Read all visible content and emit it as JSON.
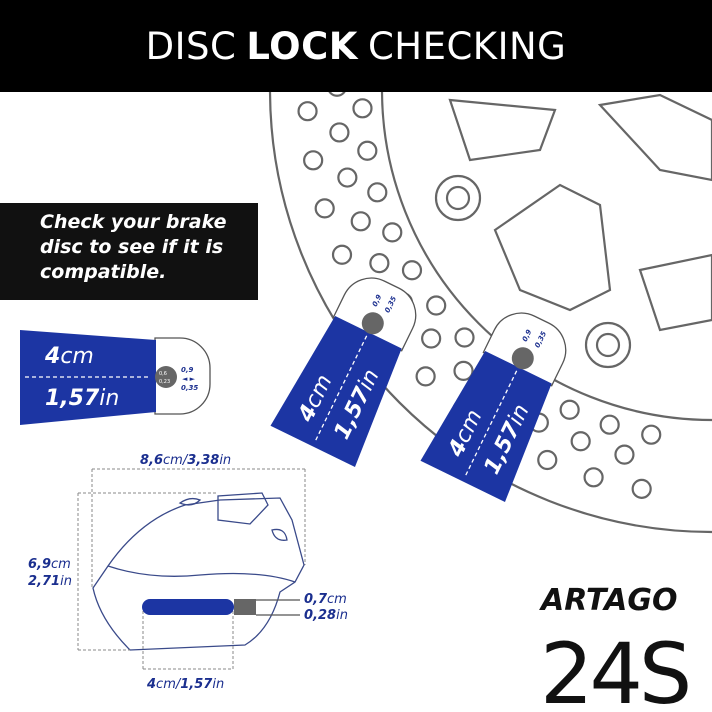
{
  "header": {
    "title_pre": "DISC",
    "title_bold": "LOCK",
    "title_post": "CHECKING"
  },
  "callout": {
    "text": "Check your brake disc to see if it is compatible."
  },
  "pad": {
    "width_cm": "4",
    "width_cm_unit": "cm",
    "width_in": "1,57",
    "width_in_unit": "in",
    "pin_cm": "0,6",
    "pin_in": "0,23",
    "gap_cm": "0,9",
    "gap_in": "0,35",
    "unit_cm": "cm",
    "unit_in": "in"
  },
  "lock": {
    "width_cm": "8,6",
    "width_in": "3,38",
    "height_cm": "6,9",
    "height_in": "2,71",
    "pin_dia_cm": "0,7",
    "pin_dia_in": "0,28",
    "pin_len_cm": "4",
    "pin_len_in": "1,57",
    "unit_cm": "cm",
    "unit_in": "in",
    "sep": "/"
  },
  "brand": {
    "name": "ARTAGO",
    "model": "24S"
  },
  "colors": {
    "accent": "#1c35a3",
    "header": "#000000",
    "outline": "#555555"
  }
}
